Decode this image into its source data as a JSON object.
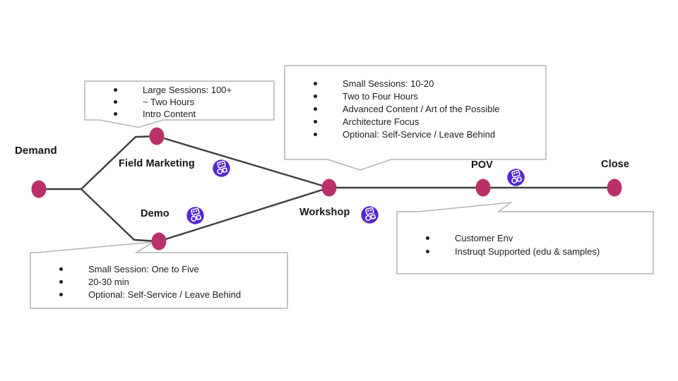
{
  "diagram": {
    "type": "sales-funnel-flow",
    "nodes": [
      {
        "id": "demand",
        "label": "Demand",
        "icon": null
      },
      {
        "id": "field-marketing",
        "label": "Field Marketing",
        "icon": "instruqt-robot-icon"
      },
      {
        "id": "demo",
        "label": "Demo",
        "icon": "instruqt-robot-icon"
      },
      {
        "id": "workshop",
        "label": "Workshop",
        "icon": "instruqt-robot-icon"
      },
      {
        "id": "pov",
        "label": "POV",
        "icon": "instruqt-robot-icon"
      },
      {
        "id": "close",
        "label": "Close",
        "icon": null
      }
    ],
    "callouts": [
      {
        "id": "field-marketing-callout",
        "attached_to": "field-marketing",
        "items": [
          "Large Sessions: 100+",
          "~ Two Hours",
          "Intro Content"
        ]
      },
      {
        "id": "workshop-callout",
        "attached_to": "workshop",
        "items": [
          "Small Sessions: 10-20",
          "Two to Four Hours",
          "Advanced Content / Art of the Possible",
          "Architecture Focus",
          "Optional: Self-Service / Leave Behind"
        ]
      },
      {
        "id": "demo-callout",
        "attached_to": "demo",
        "items": [
          "Small Session: One to Five",
          "20-30 min",
          "Optional: Self-Service / Leave Behind"
        ]
      },
      {
        "id": "pov-callout",
        "attached_to": "pov",
        "items": [
          "Customer Env",
          "Instruqt Supported (edu & samples)"
        ]
      }
    ]
  },
  "colors": {
    "dot": "#b93168",
    "line": "#3e3e3e",
    "border": "#b3b3b3",
    "robot": "#5527cf",
    "text": "#1c1c1c",
    "label": "#141414",
    "bg": "#ffffff"
  }
}
